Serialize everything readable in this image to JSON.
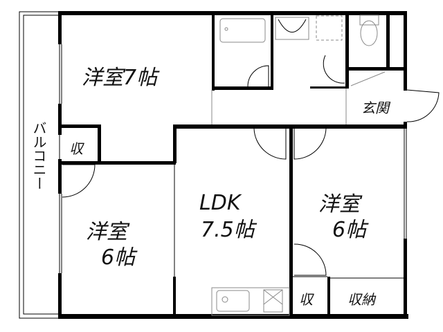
{
  "rooms": {
    "western_7": "洋室7帖",
    "storage_left": "収",
    "entrance": "玄関",
    "balcony": "バルコニー",
    "western_left_name": "洋室",
    "western_left_size": "6帖",
    "ldk_name": "LDK",
    "ldk_size": "7.5帖",
    "western_right_name": "洋室",
    "western_right_size": "6帖",
    "storage_small": "収",
    "storage_closet": "収納"
  }
}
